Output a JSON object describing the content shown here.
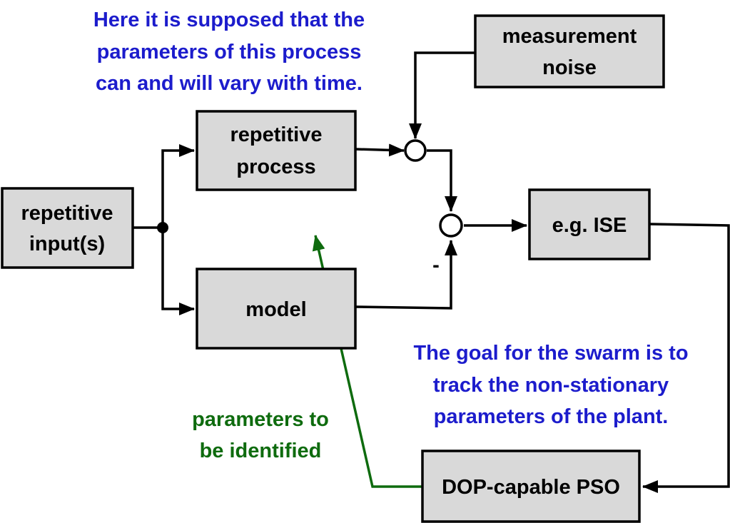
{
  "colors": {
    "box_fill": "#d9d9d9",
    "note_blue": "#1c1ccc",
    "note_green": "#0e6b0e",
    "line": "#000000"
  },
  "blocks": {
    "input": [
      "repetitive",
      "input(s)"
    ],
    "process": [
      "repetitive",
      "process"
    ],
    "model": [
      "model"
    ],
    "noise": [
      "measurement",
      "noise"
    ],
    "ise": [
      "e.g. ISE"
    ],
    "pso": [
      "DOP-capable PSO"
    ]
  },
  "signs": {
    "minus": "-"
  },
  "notes": {
    "process_note": [
      "Here it is supposed that the",
      "parameters of this process",
      "can and will vary with time."
    ],
    "swarm_note": [
      "The goal for the swarm is to",
      "track the non-stationary",
      "parameters of the plant."
    ],
    "params_note": [
      "parameters to",
      "be identified"
    ]
  }
}
